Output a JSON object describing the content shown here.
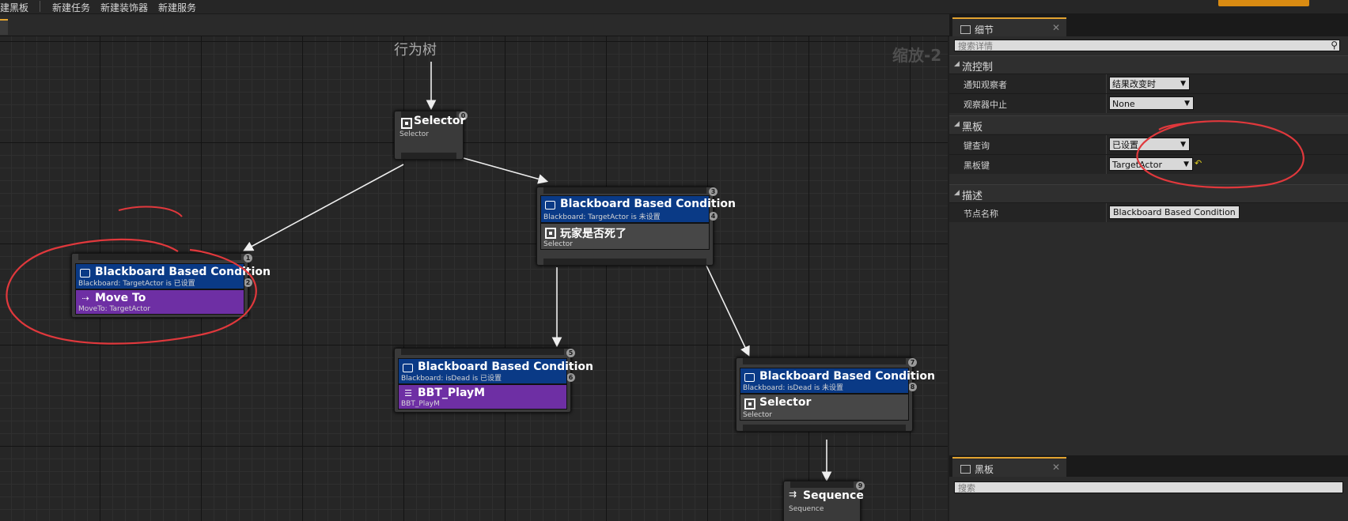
{
  "menubar": {
    "items": [
      "建黑板",
      "新建任务",
      "新建装饰器",
      "新建服务"
    ]
  },
  "graph": {
    "title": "行为树",
    "zoom": "缩放-2"
  },
  "nodes": {
    "selector_root": {
      "index": "0",
      "title": "Selector",
      "subtitle": "Selector"
    },
    "bbc_top": {
      "index_top": "3",
      "index_mid": "4",
      "decorator": {
        "title": "Blackboard Based Condition",
        "subtitle": "Blackboard: TargetActor is 未设置"
      },
      "body": {
        "title": "玩家是否死了",
        "subtitle": "Selector"
      }
    },
    "bbc_left": {
      "index_top": "1",
      "index_mid": "2",
      "decorator": {
        "title": "Blackboard Based Condition",
        "subtitle": "Blackboard: TargetActor is 已设置"
      },
      "body": {
        "title": "Move To",
        "subtitle": "MoveTo: TargetActor"
      }
    },
    "bbc_mid": {
      "index_top": "5",
      "index_mid": "6",
      "decorator": {
        "title": "Blackboard Based Condition",
        "subtitle": "Blackboard: isDead is 已设置"
      },
      "body": {
        "title": "BBT_PlayM",
        "subtitle": "BBT_PlayM"
      }
    },
    "bbc_right": {
      "index_top": "7",
      "index_mid": "8",
      "decorator": {
        "title": "Blackboard Based Condition",
        "subtitle": "Blackboard: isDead is 未设置"
      },
      "body": {
        "title": "Selector",
        "subtitle": "Selector"
      }
    },
    "sequence": {
      "index": "9",
      "title": "Sequence",
      "subtitle": "Sequence"
    }
  },
  "details_panel": {
    "tab_label": "细节",
    "search_placeholder": "搜索详情",
    "categories": {
      "flow": "流控制",
      "blackboard": "黑板",
      "description": "描述"
    },
    "rows": {
      "notify_observer": {
        "label": "通知观察者",
        "value": "结果改变时"
      },
      "observer_aborts": {
        "label": "观察器中止",
        "value": "None"
      },
      "key_query": {
        "label": "键查询",
        "value": "已设置"
      },
      "blackboard_key": {
        "label": "黑板键",
        "value": "TargetActor"
      },
      "node_name": {
        "label": "节点名称",
        "value": "Blackboard Based Condition"
      }
    }
  },
  "blackboard_panel": {
    "tab_label": "黑板",
    "search_placeholder": "搜索"
  },
  "colors": {
    "decorator": "#0a3a86",
    "task": "#6e2fa4",
    "accent": "#e2a330",
    "annotation": "#e0383c"
  }
}
